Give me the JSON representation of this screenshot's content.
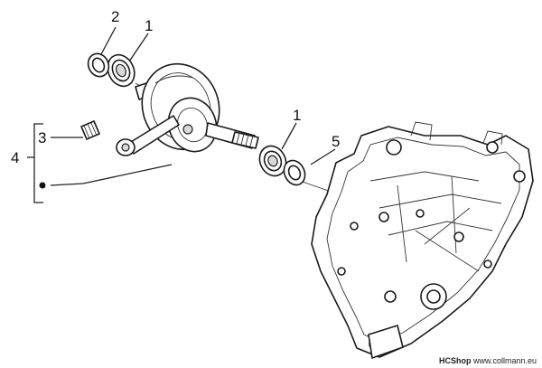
{
  "callouts": {
    "c2": "2",
    "c1_top": "1",
    "c3": "3",
    "c4": "4",
    "c1_mid": "1",
    "c5": "5"
  },
  "footer": {
    "brand": "HCShop",
    "site": "www.collmann.eu"
  }
}
